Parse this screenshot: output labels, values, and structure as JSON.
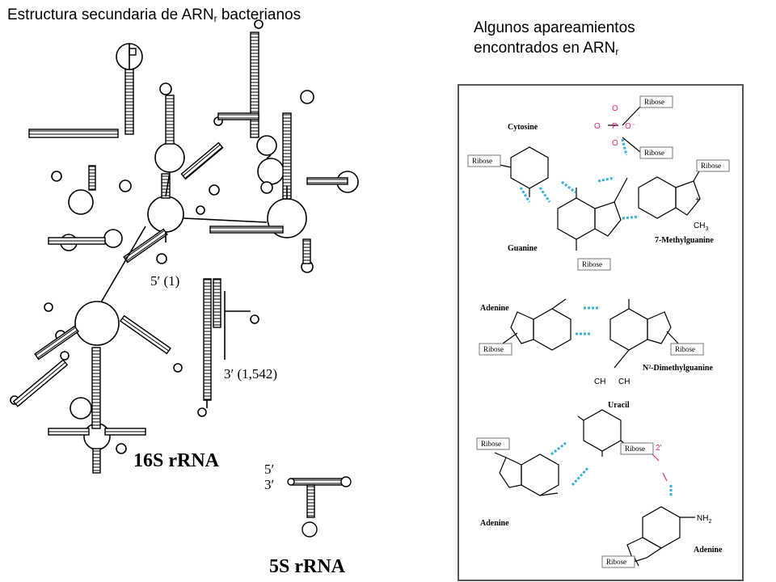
{
  "left_title": {
    "main": "Estructura secundaria de ARN",
    "sub": "r",
    "tail": " bacterianos"
  },
  "right_title": {
    "line1": "Algunos apareamientos",
    "line2": "encontrados en ARN",
    "line2_sub": "r"
  },
  "rrna16s": {
    "label": "16S rRNA",
    "five_prime": "5′ (1)",
    "three_prime": "3′ (1,542)"
  },
  "rrna5s": {
    "label": "5S rRNA",
    "five_prime": "5′",
    "three_prime": "3′"
  },
  "pairings": {
    "panel1": {
      "cytosine": "Cytosine",
      "guanine": "Guanine",
      "methylguanine": "7-Methylguanine",
      "ch3": "CH",
      "ch3_sub": "3",
      "plus": "+"
    },
    "panel2": {
      "adenine": "Adenine",
      "dimethylguanine": "N²-Dimethylguanine",
      "nch3a": "CH",
      "nch3b": "CH"
    },
    "panel3": {
      "uracil": "Uracil",
      "adenine_left": "Adenine",
      "adenine_right": "Adenine",
      "two_prime": "2′",
      "nh2": "NH",
      "nh2_sub": "2"
    },
    "ribose": "Ribose",
    "phosphate": {
      "o": "O",
      "p": "P",
      "minus": "O⁻"
    }
  },
  "colors": {
    "hbond": "#3ab0e0",
    "pink": "#e0287d",
    "frame": "#555555"
  }
}
